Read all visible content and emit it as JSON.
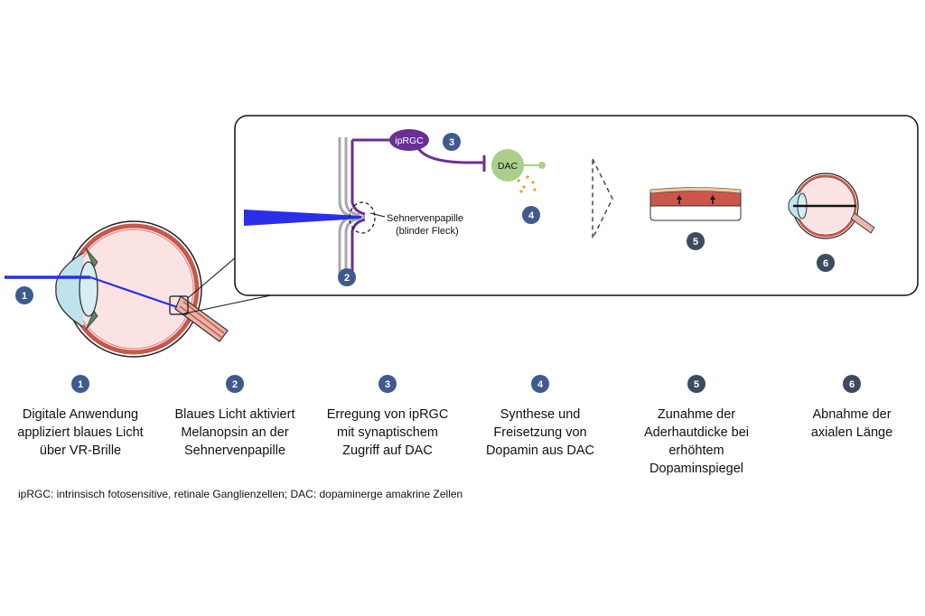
{
  "colors": {
    "badge": "#3f5a8f",
    "badge_dark": "#3d4a60",
    "light_ray": "#2a2ee8",
    "purple": "#6a2f95",
    "dac_green": "#a9cf8b",
    "dopamine_dots": "#ef9a2a",
    "retina_gray": "#a8a8a8",
    "choroid": "#c9574a",
    "eye_fill": "#fbe3e3"
  },
  "icons": {
    "eye": "eye-cross-section-icon",
    "small_eye": "eye-axial-length-icon",
    "arrow": "dashed-chevron-icon",
    "choroid": "choroid-layer-icon"
  },
  "inset": {
    "iprgc_label": "ipRGC",
    "dac_label": "DAC",
    "optic_disc_label": [
      "Sehnervenpapille",
      "(blinder Fleck)"
    ],
    "badges": [
      "1",
      "2",
      "3",
      "4",
      "5",
      "6"
    ]
  },
  "steps": [
    {
      "number": "1",
      "lines": [
        "Digitale Anwendung",
        "appliziert blaues Licht",
        "über VR-Brille"
      ]
    },
    {
      "number": "2",
      "lines": [
        "Blaues Licht aktiviert",
        "Melanopsin an der",
        "Sehnervenpapille"
      ]
    },
    {
      "number": "3",
      "lines": [
        "Erregung von ipRGC",
        "mit synaptischem",
        "Zugriff auf DAC"
      ]
    },
    {
      "number": "4",
      "lines": [
        "Synthese und",
        "Freisetzung von",
        "Dopamin aus DAC"
      ]
    },
    {
      "number": "5",
      "lines": [
        "Zunahme der",
        "Aderhautdicke bei",
        "erhöhtem",
        "Dopaminspiegel"
      ]
    },
    {
      "number": "6",
      "lines": [
        "Abnahme der",
        "axialen Länge"
      ]
    }
  ],
  "footnote": "ipRGC: intrinsisch fotosensitive, retinale Ganglienzellen; DAC: dopaminerge amakrine Zellen"
}
